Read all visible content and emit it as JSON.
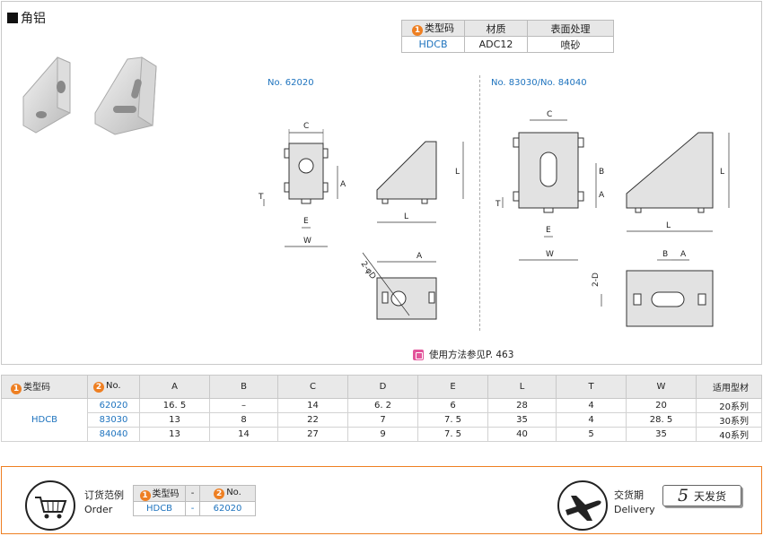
{
  "page": {
    "title": "角铝"
  },
  "spec": {
    "badge": "1",
    "headers": [
      "类型码",
      "材质",
      "表面处理"
    ],
    "row": [
      "HDCB",
      "ADC12",
      "喷砂"
    ]
  },
  "diagram": {
    "left_model": "No. 62020",
    "right_model": "No. 83030/No. 84040",
    "dim_labels": {
      "A": "A",
      "B": "B",
      "C": "C",
      "E": "E",
      "L": "L",
      "T": "T",
      "W": "W",
      "hole_left": "2-φD",
      "hole_right": "2-D"
    }
  },
  "usage_note": "使用方法参见P. 463",
  "size_table": {
    "badge1": "1",
    "badge2": "2",
    "headers": [
      "类型码",
      "No.",
      "A",
      "B",
      "C",
      "D",
      "E",
      "L",
      "T",
      "W",
      "适用型材"
    ],
    "type_code": "HDCB",
    "rows": [
      [
        "62020",
        "16. 5",
        "–",
        "14",
        "6. 2",
        "6",
        "28",
        "4",
        "20",
        "20系列"
      ],
      [
        "83030",
        "13",
        "8",
        "22",
        "7",
        "7. 5",
        "35",
        "4",
        "28. 5",
        "30系列"
      ],
      [
        "84040",
        "13",
        "14",
        "27",
        "9",
        "7. 5",
        "40",
        "5",
        "35",
        "40系列"
      ]
    ]
  },
  "order": {
    "label_cn": "订货范例",
    "label_en": "Order",
    "badge1": "1",
    "badge2": "2",
    "head": [
      "类型码",
      "-",
      "No."
    ],
    "values": [
      "HDCB",
      "-",
      "62020"
    ]
  },
  "delivery": {
    "label_cn": "交货期",
    "label_en": "Delivery",
    "days": "5",
    "text": "天发货"
  },
  "colors": {
    "accent": "#ee7f22",
    "link_blue": "#1e73be",
    "border": "#c9c9c9"
  }
}
